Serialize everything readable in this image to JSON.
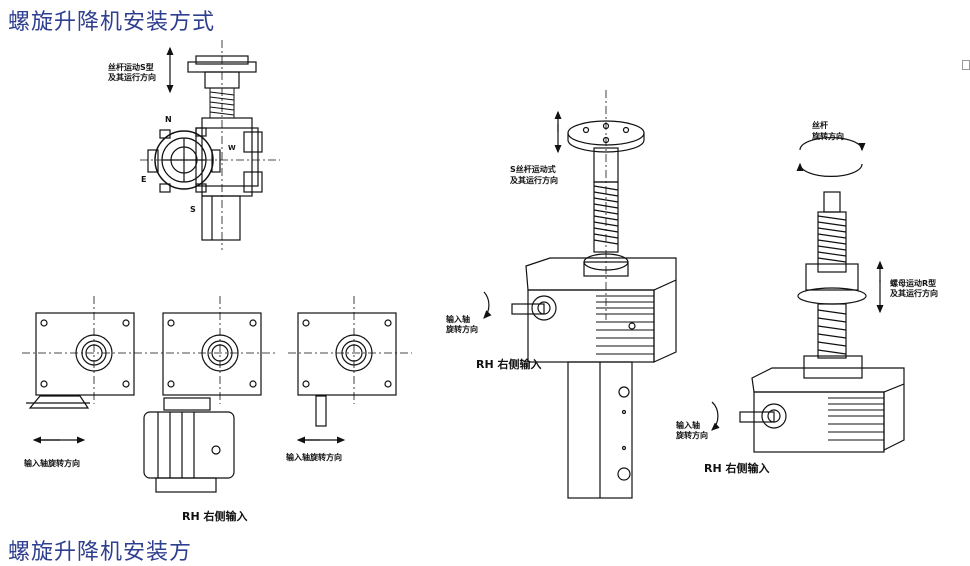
{
  "page_title": "螺旋升降机安装方式",
  "cut_off_heading": "螺旋升降机安装方",
  "labels": {
    "top_screw_s": [
      "丝杆运动S型",
      "及其运行方向"
    ],
    "compass_n": "N",
    "compass_e": "E",
    "compass_s": "S",
    "compass_w": "W",
    "bottom_left_input": "输入轴旋转方向",
    "bottom_right_input": "输入轴旋转方向",
    "bottom_rh": "RH  右侧输入",
    "mid_screw_s": [
      "S丝杆运动式",
      "及其运行方向"
    ],
    "mid_input_shaft": [
      "输入轴",
      "旋转方向"
    ],
    "mid_rh": "RH  右侧输入",
    "right_screw_rot": [
      "丝杆",
      "旋转方向"
    ],
    "right_nut_r": [
      "螺母运动R型",
      "及其运行方向"
    ],
    "right_input_shaft": [
      "输入轴",
      "旋转方向"
    ],
    "right_rh": "RH  右侧输入"
  }
}
